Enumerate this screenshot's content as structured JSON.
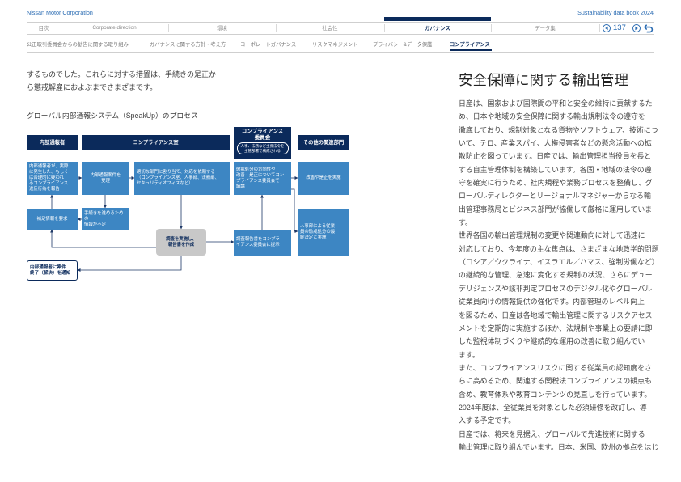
{
  "header": {
    "brand": "Nissan Motor Corporation",
    "book_title": "Sustainability data book 2024"
  },
  "nav": {
    "tabs": [
      {
        "label": "目次"
      },
      {
        "label": "Corporate direction"
      },
      {
        "label": "環境"
      },
      {
        "label": "社会性"
      },
      {
        "label": "ガバナンス",
        "active": true
      },
      {
        "label": "データ集"
      }
    ],
    "page_number": "137",
    "icons": {
      "prev": "prev-page-icon",
      "next": "next-page-icon",
      "back": "return-icon"
    }
  },
  "subnav": {
    "items": [
      {
        "label": "公正取引委員会からの勧告に関する取り組み"
      },
      {
        "label": "ガバナンスに関する方針・考え方"
      },
      {
        "label": "コーポレートガバナンス"
      },
      {
        "label": "リスクマネジメント"
      },
      {
        "label": "プライバシー&データ保護"
      },
      {
        "label": "コンプライアンス",
        "active": true
      }
    ]
  },
  "left": {
    "intro_lines": [
      "するものでした。これらに対する措置は、手続きの是正か",
      "ら懲戒解雇におよぶまでさまざまです。"
    ],
    "diagram_title": "グローバル内部通報システム（SpeakUp）のプロセス"
  },
  "diagram": {
    "headers": {
      "whistleblower": "内部通報者",
      "compliance_office": "コンプライアンス室",
      "committee": "コンプライアンス\n委員会",
      "committee_note": "人事、法務など主要法令を\n主管部署で構成される",
      "other_departments": "その他の関連部門"
    },
    "boxes": {
      "report": "内部通報者が、実際\nに発生した、もしく\nは合理的に疑われ\nるコンプライアンス\n違反行為を報告",
      "intake": "内部通報案件を\n受理",
      "assign": "適切な部門に割り当て、対応を依頼する\n（コンプライアンス室、人事部、法務部、\nセキュリティオフィスなど）",
      "committee_discussion": "懲戒処分の方向性や\n改善・是正についてコン\nプライアンス委員会で\n議論",
      "remediation": "改善や是正を実施",
      "request_info": "補足情報を要求",
      "insufficient_info": "手続きを進めるための\n情報が不足",
      "investigate": "調査を実施し、\n報告書を作成",
      "present_report": "調査報告書をコンプラ\nイアンス委員会に提示",
      "hr_decision": "人事部による従業\n員の懲戒処分の最\n終決定と実施",
      "notify_closure": "内部通報者に案件\n終了（解決）を通知"
    }
  },
  "right": {
    "heading": "安全保障に関する輸出管理",
    "paragraphs": [
      [
        "日産は、国家および国際間の平和と安全の維持に貢献するた",
        "め、日本や地域の安全保障に関する輸出規制法令の遵守を",
        "徹底しており、規制対象となる貨物やソフトウェア、技術につ",
        "いて、テロ、産業スパイ、人権侵害者などの懸念活動への拡",
        "散防止を図っています。日産では、輸出管理担当役員を長と",
        "する自主管理体制を構築しています。各国・地域の法令の遵",
        "守を確実に行うため、社内規程や業務プロセスを整備し、グ",
        "ローバルディレクターとリージョナルマネジャーからなる輸",
        "出管理事務局とビジネス部門が協働して厳格に運用していま",
        "す。"
      ],
      [
        "世界各国の輸出管理規制の変更や関連動向に対して迅速に",
        "対応しており、今年度の主な焦点は、さまざまな地政学的問題",
        "（ロシア／ウクライナ、イスラエル／ハマス、強制労働など）",
        "の継続的な管理、急速に変化する規制の状況、さらにデュー",
        "デリジェンスや該非判定プロセスのデジタル化やグローバル",
        "従業員向けの情報提供の強化です。内部管理のレベル向上",
        "を図るため、日産は各地域で輸出管理に関するリスクアセス",
        "メントを定期的に実施するほか、法規制や事業上の要請に即",
        "した監視体制づくりや継続的な運用の改善に取り組んでい",
        "ます。"
      ],
      [
        "また、コンプライアンスリスクに関する従業員の認知度をさ",
        "らに高めるため、関連する関税法コンプライアンスの観点も",
        "含め、教育体系や教育コンテンツの見直しを行っています。",
        "2024年度は、全従業員を対象とした必須研修を改訂し、導",
        "入する予定です。"
      ],
      [
        "日産では、将来を見据え、グローバルで先進技術に関する",
        "輸出管理に取り組んでいます。日本、米国、欧州の拠点をはじ"
      ]
    ]
  },
  "colors": {
    "navy": "#0b2a5b",
    "box_blue": "#3d86c3",
    "gray_box": "#c8c8c8",
    "link_blue": "#2b6cb3"
  }
}
